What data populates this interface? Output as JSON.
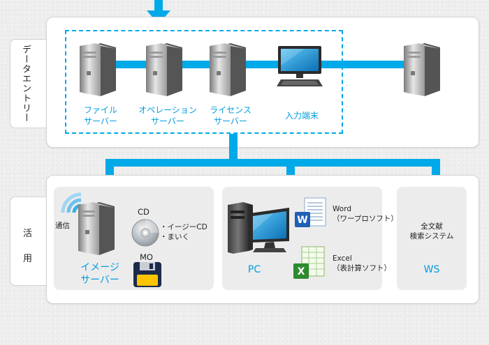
{
  "sections": {
    "data_entry": {
      "label": "データエントリー"
    },
    "usage": {
      "label": "活　用"
    }
  },
  "data_entry": {
    "nodes": [
      {
        "name": "file-server",
        "label": "ファイル\nサーバー"
      },
      {
        "name": "operation-server",
        "label": "オペレーション\nサーバー"
      },
      {
        "name": "license-server",
        "label": "ライセンス\nサーバー"
      },
      {
        "name": "input-terminal",
        "label": "入力端末"
      }
    ]
  },
  "usage": {
    "image_server": {
      "label": "イメージ\nサーバー",
      "wireless_label": "通信",
      "cd_title": "CD",
      "cd_items": "・イージーCD\n・まいく",
      "mo_title": "MO"
    },
    "pc": {
      "label": "PC",
      "word_label": "Word\n（ワープロソフト）",
      "excel_label": "Excel\n（表計算ソフト）"
    },
    "ws": {
      "label": "WS",
      "desc": "全文献\n検索システム"
    }
  },
  "colors": {
    "connector": "#00a9e8",
    "label_blue": "#009ee0",
    "panel_bg": "#ffffff",
    "subpanel_bg": "#ececec"
  }
}
